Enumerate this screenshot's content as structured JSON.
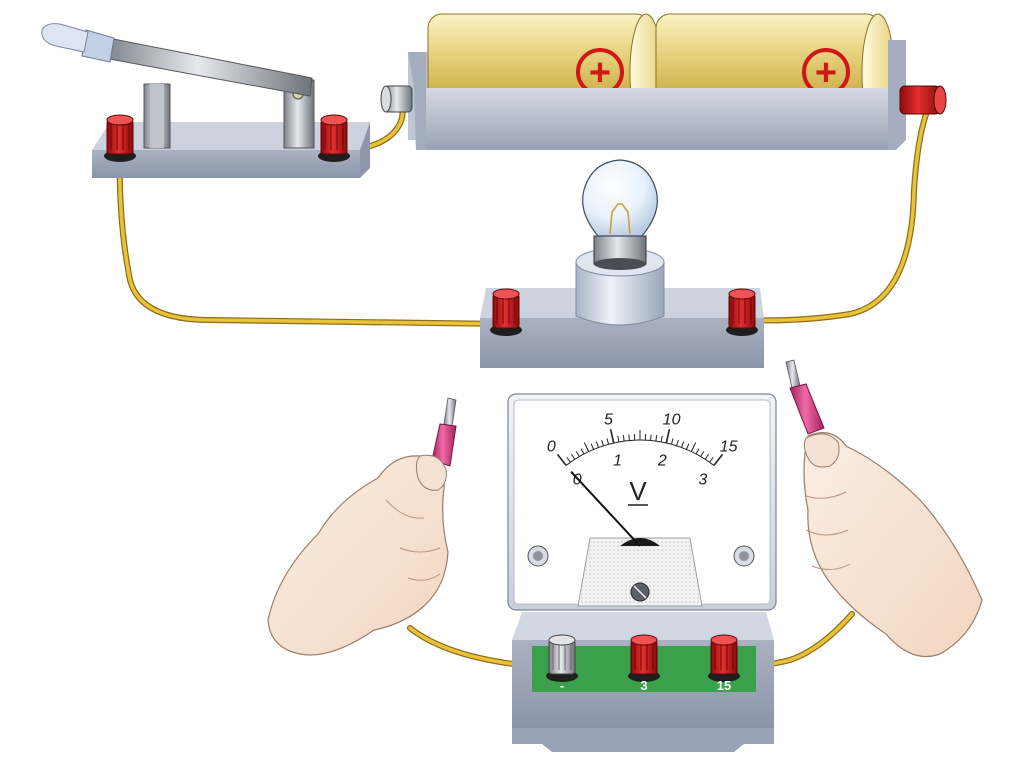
{
  "battery": {
    "cell_1_symbol": "+",
    "cell_2_symbol": "+",
    "cell_color": "#d8c46a",
    "symbol_color": "#d01818"
  },
  "voltmeter": {
    "unit_symbol": "V",
    "upper_scale": [
      "0",
      "5",
      "10",
      "15"
    ],
    "lower_scale": [
      "0",
      "1",
      "2",
      "3"
    ],
    "terminals": [
      {
        "label": "-",
        "color": "#b8bcc4"
      },
      {
        "label": "3",
        "color": "#c81414"
      },
      {
        "label": "15",
        "color": "#c81414"
      }
    ],
    "terminal_panel_color": "#3aa14a"
  },
  "wire_color": "#e8c23a",
  "terminal_red": "#c81414",
  "base_color": "#b4bccb"
}
